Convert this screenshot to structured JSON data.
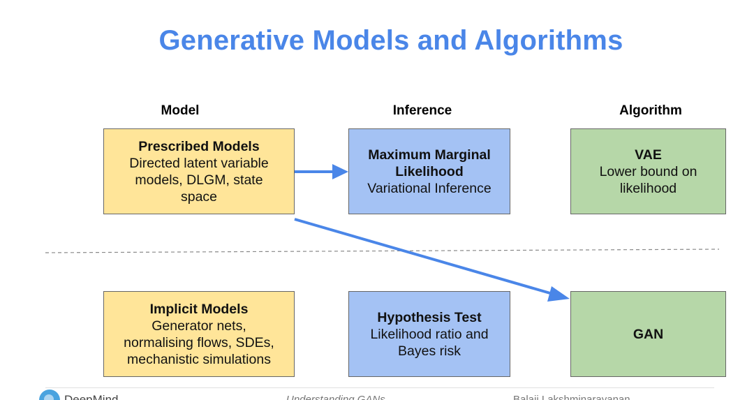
{
  "title": "Generative Models and Algorithms",
  "columns": {
    "model": "Model",
    "inference": "Inference",
    "algorithm": "Algorithm"
  },
  "boxes": {
    "prescribed": {
      "title": "Prescribed Models",
      "lines": [
        "Directed latent variable",
        "models, DLGM, state",
        "space"
      ]
    },
    "mml": {
      "title_lines": [
        "Maximum Marginal",
        "Likelihood"
      ],
      "lines": [
        "Variational Inference"
      ]
    },
    "vae": {
      "title": "VAE",
      "lines": [
        "Lower bound on",
        "likelihood"
      ]
    },
    "implicit": {
      "title": "Implicit Models",
      "lines": [
        "Generator nets,",
        "normalising flows, SDEs,",
        "mechanistic simulations"
      ]
    },
    "hypothesis": {
      "title": "Hypothesis Test",
      "lines": [
        "Likelihood ratio and",
        "Bayes risk"
      ]
    },
    "gan": {
      "title": "GAN"
    }
  },
  "colors": {
    "title": "#4a86e8",
    "arrow": "#4a86e8",
    "model_box": "#ffe599",
    "inference_box": "#a4c2f4",
    "algorithm_box": "#b6d7a8"
  },
  "footer": {
    "brand": "DeepMind",
    "center": "Understanding GANs",
    "right": "Balaji Lakshminarayanan"
  }
}
